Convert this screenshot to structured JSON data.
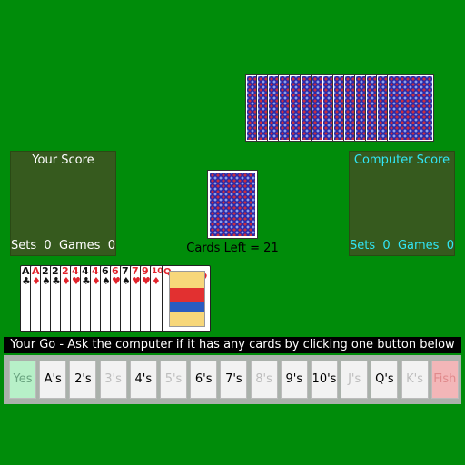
{
  "scores": {
    "player": {
      "title": "Your Score",
      "sets_label": "Sets",
      "sets": "0",
      "games_label": "Games",
      "games": "0"
    },
    "computer": {
      "title": "Computer Score",
      "sets_label": "Sets",
      "sets": "0",
      "games_label": "Games",
      "games": "0"
    },
    "computer_color": "#31e6f6"
  },
  "deck": {
    "cards_left_text": "Cards Left = 21"
  },
  "computer_hand_count": 14,
  "hand": [
    {
      "rank": "A",
      "suit": "♣",
      "color": "black"
    },
    {
      "rank": "A",
      "suit": "♦",
      "color": "red"
    },
    {
      "rank": "2",
      "suit": "♠",
      "color": "black"
    },
    {
      "rank": "2",
      "suit": "♣",
      "color": "black"
    },
    {
      "rank": "2",
      "suit": "♦",
      "color": "red"
    },
    {
      "rank": "4",
      "suit": "♥",
      "color": "red"
    },
    {
      "rank": "4",
      "suit": "♣",
      "color": "black"
    },
    {
      "rank": "4",
      "suit": "♦",
      "color": "red"
    },
    {
      "rank": "6",
      "suit": "♠",
      "color": "black"
    },
    {
      "rank": "6",
      "suit": "♥",
      "color": "red"
    },
    {
      "rank": "7",
      "suit": "♠",
      "color": "black"
    },
    {
      "rank": "7",
      "suit": "♥",
      "color": "red"
    },
    {
      "rank": "9",
      "suit": "♥",
      "color": "red"
    },
    {
      "rank": "10",
      "suit": "♦",
      "color": "red"
    }
  ],
  "top_hand_card": {
    "rank": "Q",
    "suit": "♥"
  },
  "message": "Your Go - Ask the computer if it has any cards by clicking one button below",
  "buttons": [
    {
      "label": "Yes",
      "state": "yes"
    },
    {
      "label": "A's",
      "state": "enabled"
    },
    {
      "label": "2's",
      "state": "enabled"
    },
    {
      "label": "3's",
      "state": "disabled"
    },
    {
      "label": "4's",
      "state": "enabled"
    },
    {
      "label": "5's",
      "state": "disabled"
    },
    {
      "label": "6's",
      "state": "enabled"
    },
    {
      "label": "7's",
      "state": "enabled"
    },
    {
      "label": "8's",
      "state": "disabled"
    },
    {
      "label": "9's",
      "state": "enabled"
    },
    {
      "label": "10's",
      "state": "enabled"
    },
    {
      "label": "J's",
      "state": "disabled"
    },
    {
      "label": "Q's",
      "state": "enabled"
    },
    {
      "label": "K's",
      "state": "disabled"
    },
    {
      "label": "Fish",
      "state": "fish"
    }
  ]
}
